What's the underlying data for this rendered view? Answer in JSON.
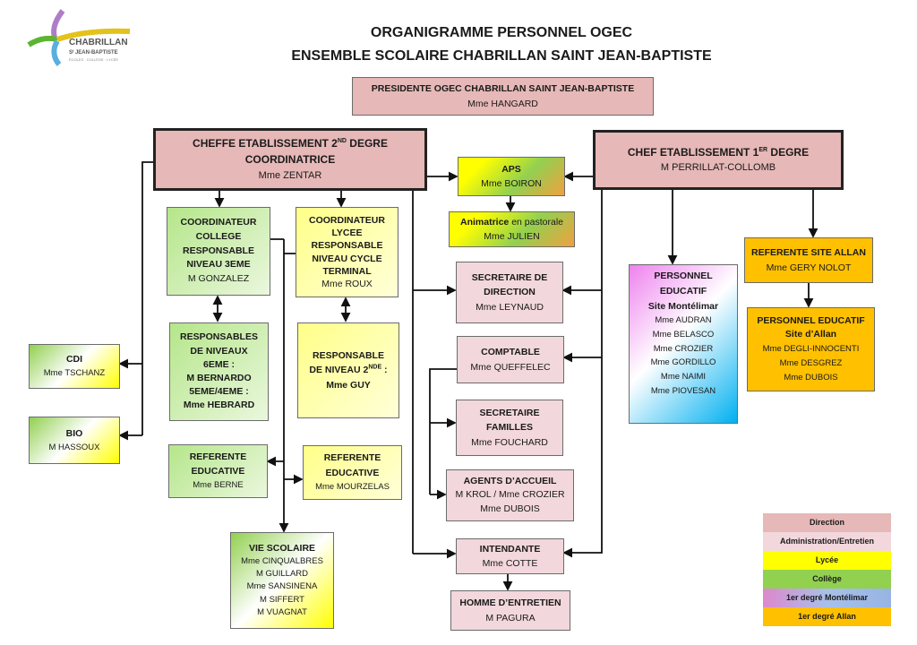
{
  "logo": {
    "name": "CHABRILLAN",
    "sub": "Sᵗ JEAN-BAPTISTE",
    "tag": "ÉCOLES · COLLÈGE · LYCÉE"
  },
  "title": {
    "line1": "ORGANIGRAMME PERSONNEL OGEC",
    "line2": "ENSEMBLE SCOLAIRE CHABRILLAN SAINT JEAN-BAPTISTE"
  },
  "president": {
    "role": "PRESIDENTE OGEC CHABRILLAN SAINT JEAN-BAPTISTE",
    "name": "Mme HANGARD"
  },
  "cheffe2": {
    "role_a": "CHEFFE ETABLISSEMENT 2",
    "sup": "ND",
    "role_b": " DEGRE",
    "role2": "COORDINATRICE",
    "name": "Mme ZENTAR"
  },
  "chef1": {
    "role_a": "CHEF ETABLISSEMENT 1",
    "sup": "ER",
    "role_b": " DEGRE",
    "name": "M PERRILLAT-COLLOMB"
  },
  "aps": {
    "role": "APS",
    "name": "Mme BOIRON"
  },
  "animatrice": {
    "role_a": "Animatrice",
    "role_b": " en pastorale",
    "name": "Mme JULIEN"
  },
  "coord_college": {
    "lines": [
      "COORDINATEUR",
      "COLLEGE",
      "RESPONSABLE",
      "NIVEAU 3EME"
    ],
    "name": "M GONZALEZ"
  },
  "coord_lycee": {
    "lines": [
      "COORDINATEUR",
      "LYCEE",
      "RESPONSABLE",
      "NIVEAU CYCLE",
      "TERMINAL"
    ],
    "name": "Mme ROUX"
  },
  "resp_niveaux": {
    "lines": [
      "RESPONSABLES",
      "DE NIVEAUX",
      "6EME :",
      "M BERNARDO",
      "5EME/4EME :",
      "Mme HEBRARD"
    ]
  },
  "resp_2nde": {
    "line1": "RESPONSABLE",
    "line2_a": "DE NIVEAU 2",
    "sup": "NDE",
    "line2_b": " :",
    "name": "Mme GUY"
  },
  "cdi": {
    "role": "CDI",
    "name": "Mme TSCHANZ"
  },
  "bio": {
    "role": "BIO",
    "name": "M HASSOUX"
  },
  "ref_berne": {
    "l1": "REFERENTE",
    "l2": "EDUCATIVE",
    "name": "Mme BERNE"
  },
  "ref_mourzelas": {
    "l1": "REFERENTE",
    "l2": "EDUCATIVE",
    "name": "Mme MOURZELAS"
  },
  "vie_scolaire": {
    "role": "VIE SCOLAIRE",
    "names": [
      "Mme CINQUALBRES",
      "M GUILLARD",
      "Mme SANSINENA",
      "M SIFFERT",
      "M VUAGNAT"
    ]
  },
  "sec_direction": {
    "l1": "SECRETAIRE DE",
    "l2": "DIRECTION",
    "name": "Mme LEYNAUD"
  },
  "comptable": {
    "role": "COMPTABLE",
    "name": "Mme QUEFFELEC"
  },
  "sec_familles": {
    "l1": "SECRETAIRE",
    "l2": "FAMILLES",
    "name": "Mme FOUCHARD"
  },
  "agents": {
    "role": "AGENTS D’ACCUEIL",
    "n1": "M KROL / Mme CROZIER",
    "n2": "Mme DUBOIS"
  },
  "intendante": {
    "role": "INTENDANTE",
    "name": "Mme COTTE"
  },
  "entretien": {
    "role": "HOMME D’ENTRETIEN",
    "name": "M PAGURA"
  },
  "perso_mont": {
    "l1": "PERSONNEL",
    "l2": "EDUCATIF",
    "l3": "Site Montélimar",
    "names": [
      "Mme AUDRAN",
      "Mme BELASCO",
      "Mme CROZIER",
      "Mme GORDILLO",
      "Mme NAIMI",
      "Mme PIOVESAN"
    ]
  },
  "ref_allan": {
    "role": "REFERENTE SITE ALLAN",
    "name": "Mme GERY NOLOT"
  },
  "perso_allan": {
    "l1": "PERSONNEL EDUCATIF",
    "l2": "Site d’Allan",
    "names": [
      "Mme DEGLI-INNOCENTI",
      "Mme DESGREZ",
      "Mme DUBOIS"
    ]
  },
  "legend": [
    {
      "label": "Direction",
      "color": "#e6b8b7"
    },
    {
      "label": "Administration/Entretien",
      "color": "#f2d7dc"
    },
    {
      "label": "Lycée",
      "color": "#ffff00"
    },
    {
      "label": "Collège",
      "color": "#92d050"
    },
    {
      "label": "1er degré Montélimar",
      "color": "#c8a0e0"
    },
    {
      "label": "1er degré Allan",
      "color": "#ffc000"
    }
  ]
}
